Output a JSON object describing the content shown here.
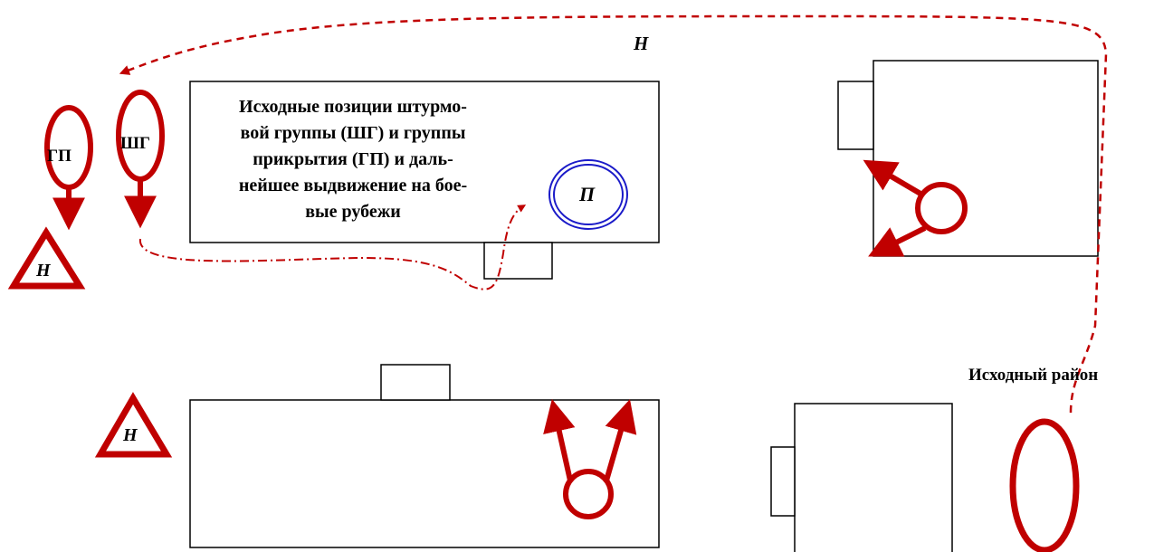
{
  "diagram": {
    "colors": {
      "marker": "#c00000",
      "objective": "#1a1ac8",
      "outline": "#000000"
    },
    "caption_lines": [
      "Исходные позиции штурмо-",
      "вой группы (ШГ) и группы",
      "прикрытия (ГП) и даль-",
      "нейшее выдвижение на бое-",
      "вые рубежи"
    ],
    "route_label": "Н",
    "group_cover_label": "ГП",
    "group_assault_label": "ШГ",
    "hazard_label": "Н",
    "objective_label": "П",
    "start_area_label": "Исходный район"
  }
}
